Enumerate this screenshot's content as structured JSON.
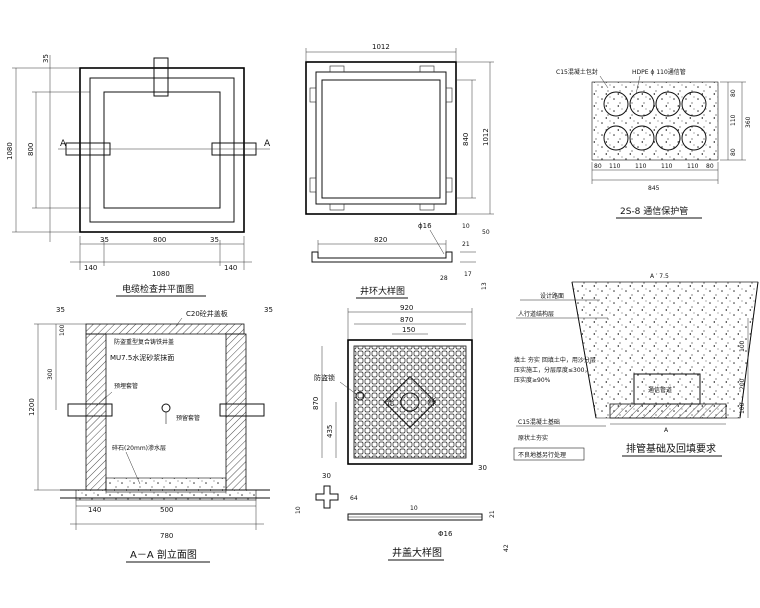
{
  "views": {
    "plan": {
      "title": "电缆检查井平面图",
      "dims": {
        "top": "35",
        "height_total": "1080",
        "height_inner": "800",
        "bottom_left": "35",
        "bottom_mid": "800",
        "bottom_right": "35",
        "edge_left": "140",
        "total": "1080",
        "edge_right": "140"
      },
      "section_marks": [
        "A",
        "A"
      ]
    },
    "ring": {
      "title": "井环大样图",
      "dims": {
        "top": "1012",
        "inner_h": "840",
        "total_h": "1012",
        "phi": "ϕ16",
        "bottom_w": "820",
        "r10": "10",
        "r21": "21",
        "r50": "50",
        "r17": "17",
        "r28": "28",
        "r13": "13"
      }
    },
    "protect": {
      "title": "2S-8 通信保护管",
      "labels": {
        "concrete": "C15混凝土包封",
        "pipe": "HDPE ϕ 110通信管"
      },
      "dims_bottom": [
        "80",
        "110",
        "110",
        "110",
        "110",
        "80"
      ],
      "total": "845",
      "dims_right": [
        "80",
        "110",
        "80"
      ],
      "total_right": "360"
    },
    "section": {
      "title": "A－A 剖立面图",
      "labels": {
        "c20": "C20砼井盖板",
        "slab": "防盗重型复合铸铁井盖",
        "wall": "MU7.5水泥砂浆抹面",
        "pipe_in": "预埋套管",
        "pipe_out": "预留套管",
        "gravel": "碎石(20mm)渗水层"
      },
      "dims": {
        "tl": "35",
        "tr": "35",
        "top": "100",
        "pipe": "300",
        "height": "1200",
        "left": "140",
        "bottom": "500",
        "total": "780"
      }
    },
    "cover": {
      "title": "井盖大样图",
      "labels": {
        "lock": "防盗锁",
        "char_left": "光",
        "char_right": "纤"
      },
      "dims": {
        "w920": "920",
        "w870": "870",
        "w150": "150",
        "h870": "870",
        "h435": "435",
        "d30": "30",
        "d30b": "30",
        "d64": "64",
        "d10": "10",
        "d21": "21",
        "phi": "Φ16",
        "d42": "42",
        "d10b": "10"
      }
    },
    "backfill": {
      "title": "排管基础及回填要求",
      "labels": {
        "a_top": "A ′ 7.5",
        "design": "设计路面",
        "fill": "人行道结构层",
        "note1": "填土 夯实 回填土中，用沙分层",
        "note2": "压实施工，分层厚度≤300，",
        "note3": "压实度≥90%",
        "conc": "C15混凝土基础",
        "soil": "原状土夯实",
        "bad": "不良地基另行处理",
        "pipe": "通信管道",
        "a_bottom": "A"
      },
      "dims": {
        "h100": "100",
        "h200": "200",
        "h100b": "100"
      }
    }
  }
}
